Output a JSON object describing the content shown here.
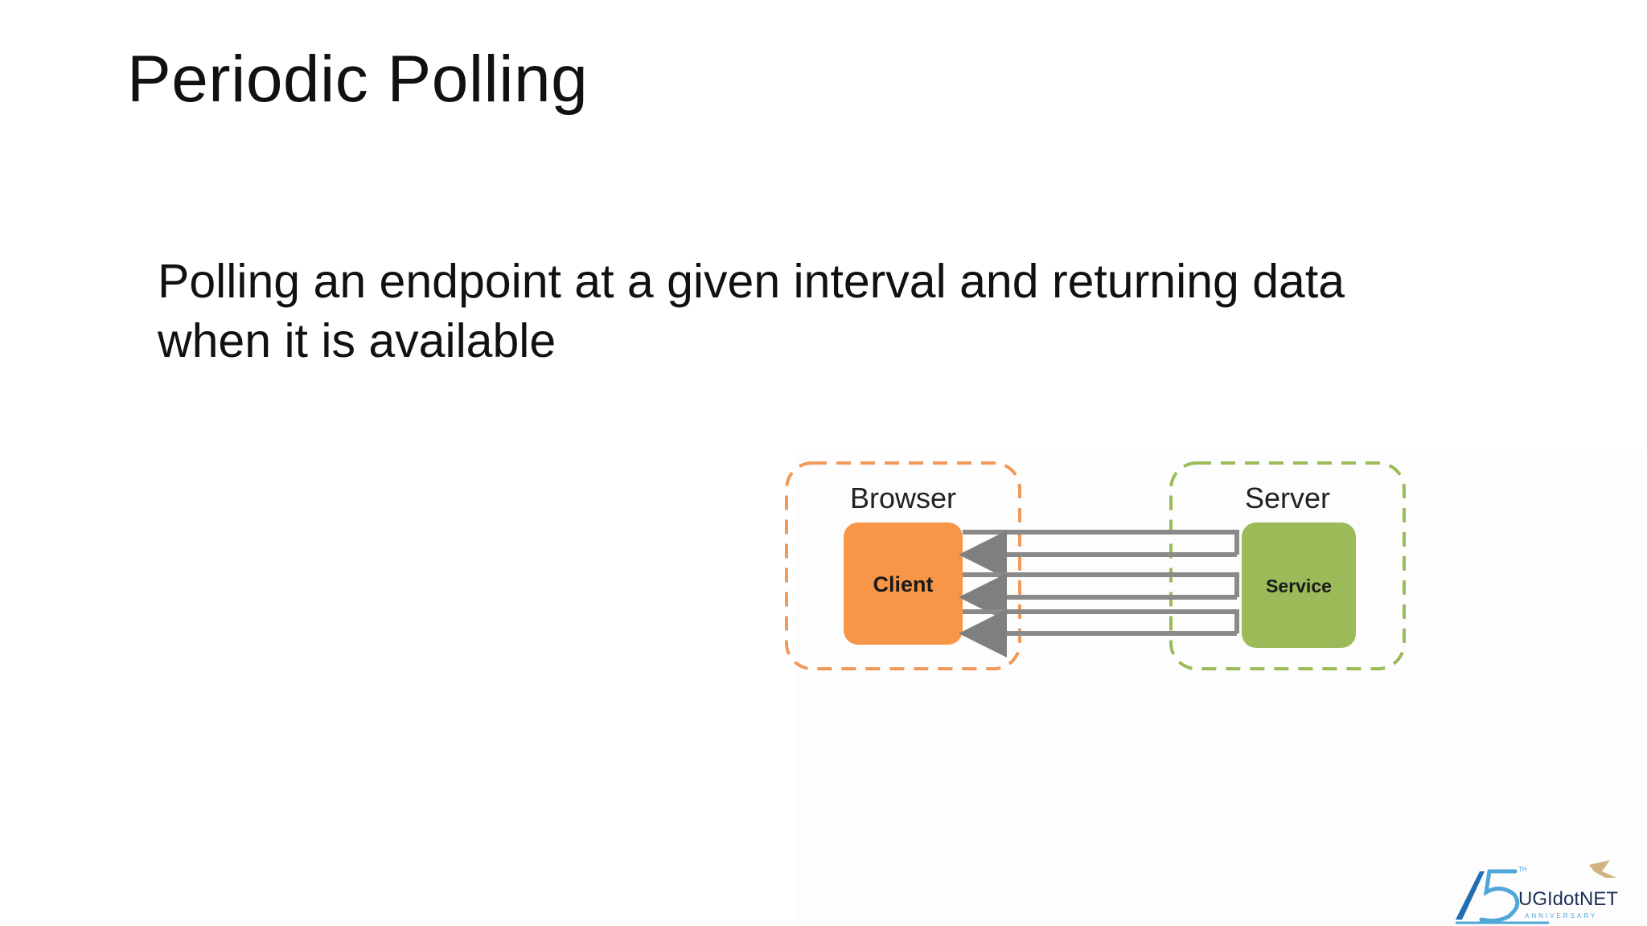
{
  "slide": {
    "title": "Periodic Polling",
    "body": "Polling an endpoint at a given interval and returning data when it is available"
  },
  "diagram": {
    "browser_label": "Browser",
    "client_label": "Client",
    "server_label": "Server",
    "service_label": "Service",
    "colors": {
      "browser_border": "#f0995a",
      "client_fill": "#f79646",
      "server_border": "#9bbb59",
      "service_fill": "#9bbb59",
      "arrow": "#7f7f7f"
    },
    "request_response_cycles": 3
  },
  "logo": {
    "number": "15",
    "superscript": "TH",
    "name": "UGIdotNET",
    "subtitle": "ANNIVERSARY"
  }
}
